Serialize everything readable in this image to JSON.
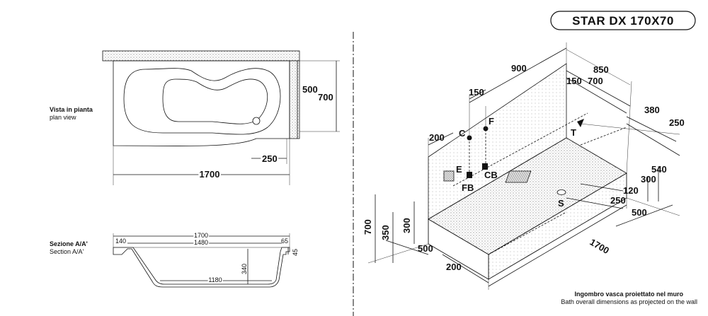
{
  "title": "STAR DX 170X70",
  "plan_view": {
    "label_it": "Vista in pianta",
    "label_en": "plan view",
    "dim_width": "1700",
    "dim_depth_small": "500",
    "dim_depth": "700",
    "dim_250": "250"
  },
  "section": {
    "label_it": "Sezione A/A'",
    "label_en": "Section A/A'",
    "dim_total": "1700",
    "dim_inner": "1480",
    "dim_bottom": "1180",
    "dim_left": "140",
    "dim_right": "65",
    "dim_rim": "45",
    "dim_height": "340"
  },
  "iso": {
    "dim_900": "900",
    "dim_850": "850",
    "dim_700_top": "700",
    "dim_150_a": "150",
    "dim_150_b": "150",
    "dim_380": "380",
    "dim_250_right": "250",
    "dim_200_left": "200",
    "dim_540": "540",
    "dim_300_right": "300",
    "dim_120": "120",
    "dim_250_mid": "250",
    "dim_500_right": "500",
    "dim_1700": "1700",
    "dim_700_left": "700",
    "dim_350": "350",
    "dim_300_left": "300",
    "dim_500_left": "500",
    "dim_200_bottom": "200",
    "pt_C": "C",
    "pt_F": "F",
    "pt_E": "E",
    "pt_FB": "FB",
    "pt_CB": "CB",
    "pt_T": "T",
    "pt_S": "S"
  },
  "footer": {
    "note_it": "Ingombro vasca proiettato nel muro",
    "note_en": "Bath overall dimensions as projected on the wall"
  }
}
